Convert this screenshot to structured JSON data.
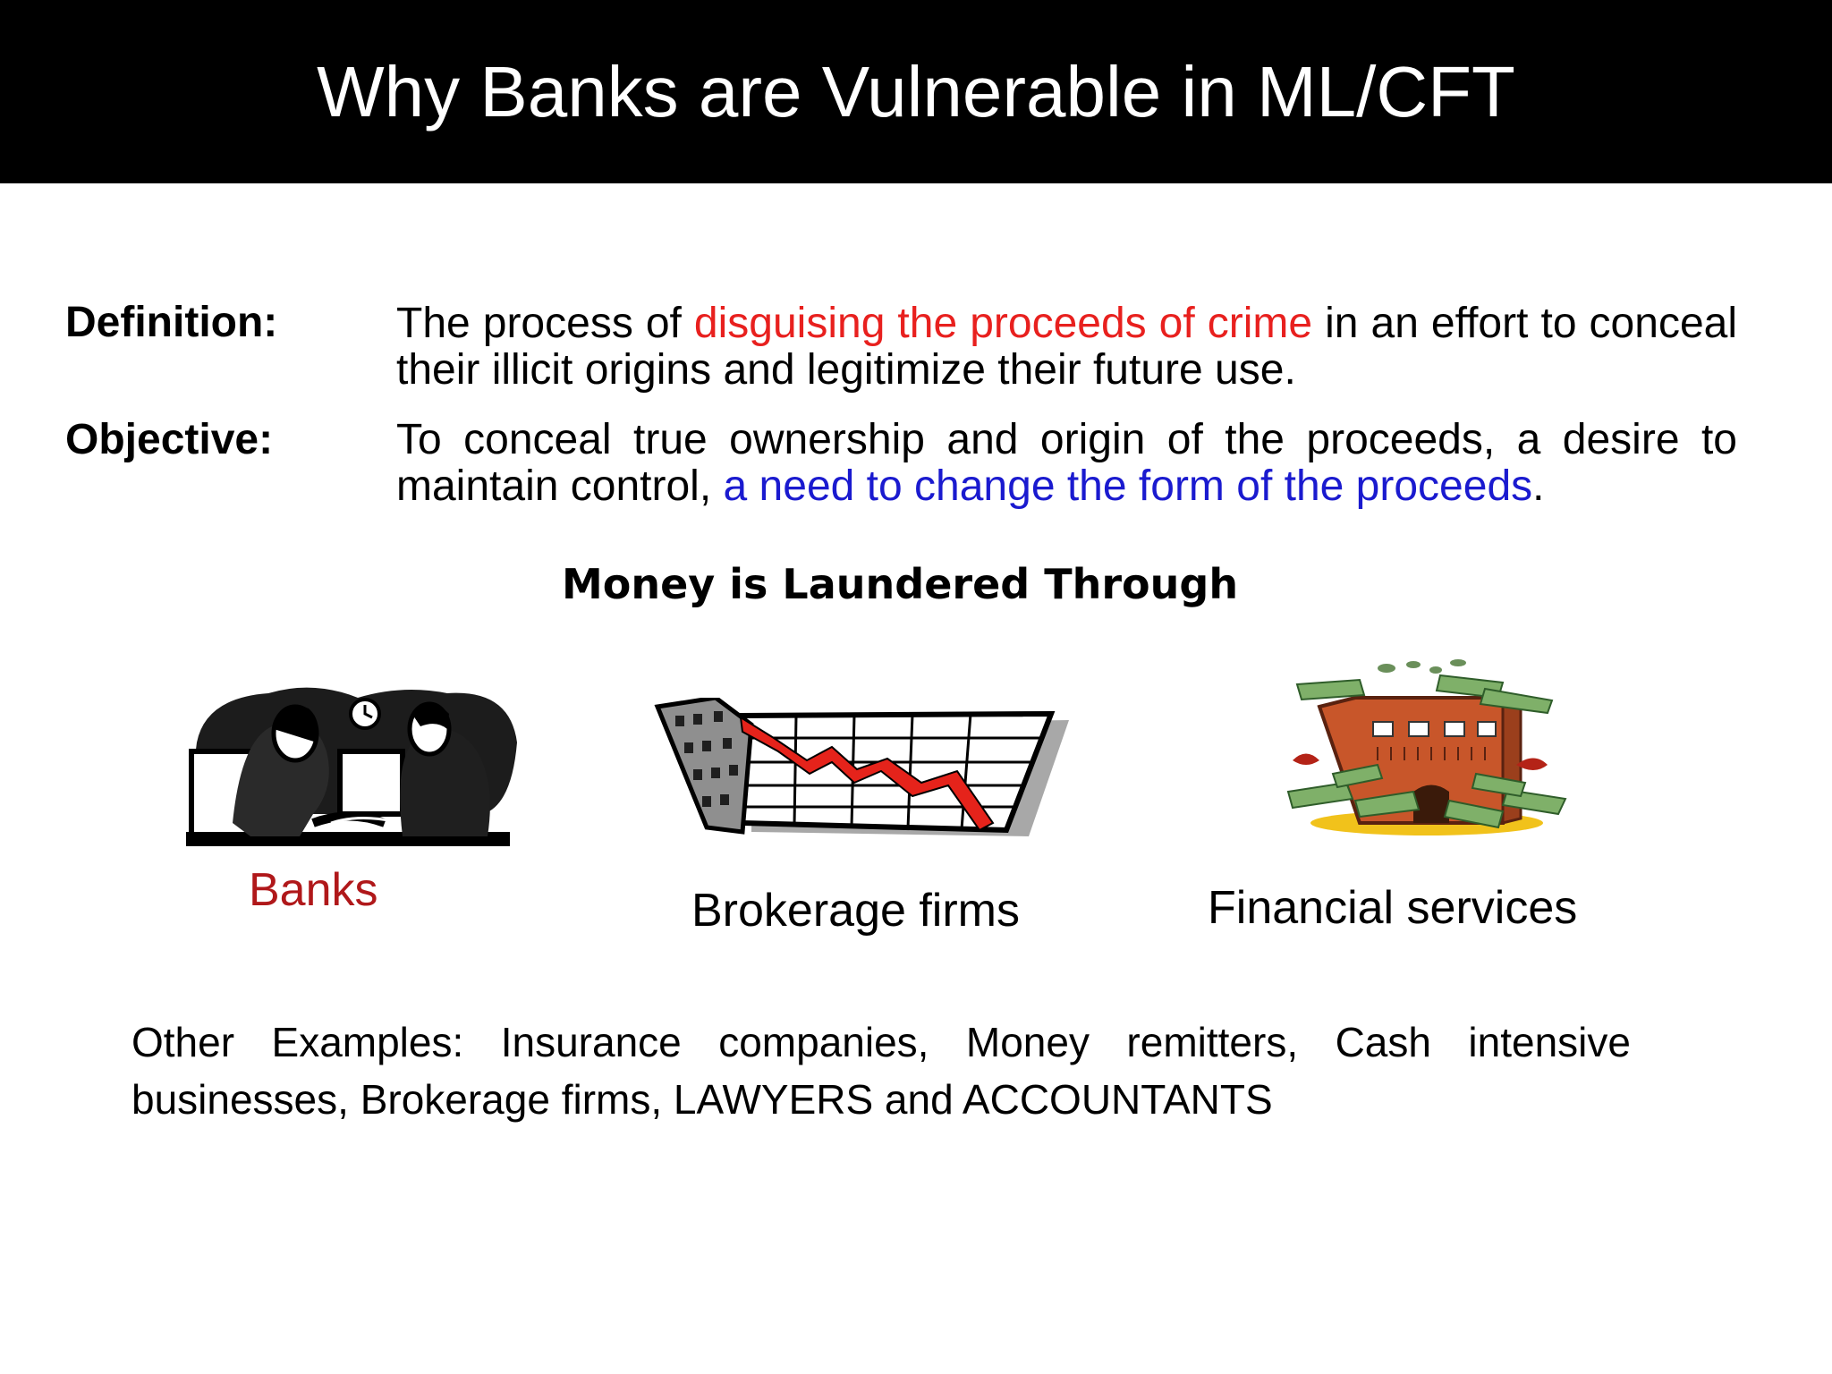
{
  "slide": {
    "title": "Why Banks are Vulnerable in ML/CFT",
    "definition": {
      "term": "Definition:",
      "text_before": "The process of ",
      "highlight": "disguising the proceeds of crime",
      "text_after": " in an effort to conceal their illicit origins and legitimize their future use."
    },
    "objective": {
      "term": "Objective:",
      "text_before": "To conceal true ownership and origin of the proceeds, a desire to maintain control, ",
      "highlight": "a need to change the form of the proceeds",
      "text_after": "."
    },
    "subheading": "Money is Laundered Through",
    "channels": [
      {
        "label": "Banks",
        "icon": "bank-teller-clipart"
      },
      {
        "label": "Brokerage firms",
        "icon": "falling-stock-chart-clipart"
      },
      {
        "label": "Financial services",
        "icon": "money-building-clipart"
      }
    ],
    "other_examples": "Other Examples: Insurance companies, Money remitters, Cash intensive businesses, Brokerage firms, LAWYERS and  ACCOUNTANTS"
  },
  "colors": {
    "title_bar": "#000000",
    "definition_highlight": "#e8201e",
    "objective_highlight": "#1a1acf",
    "banks_label": "#b0181a",
    "chart_line": "#e5231b",
    "building": "#c8562a",
    "money": "#7fb069"
  }
}
